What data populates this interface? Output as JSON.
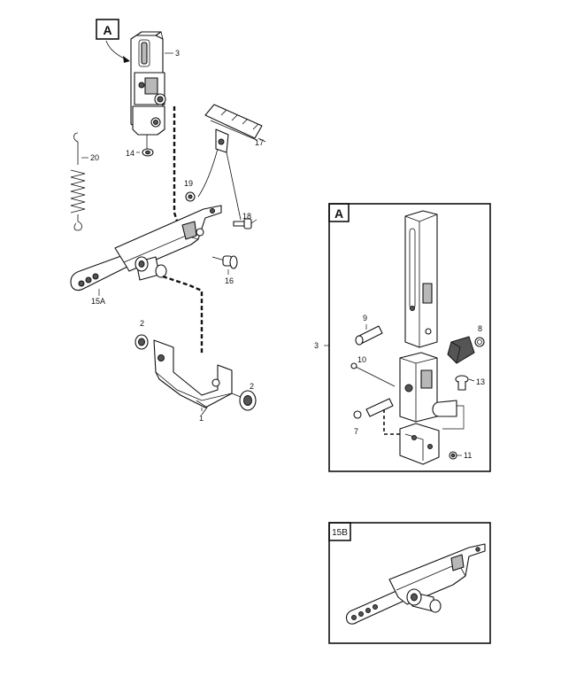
{
  "callouts": {
    "view_a": "A",
    "c3": "3",
    "c14": "14",
    "c20": "20",
    "c17": "17",
    "c19": "19",
    "c18": "18",
    "c16": "16",
    "c15a": "15A",
    "c2_top": "2",
    "c2_bottom": "2",
    "c1": "1"
  },
  "detail_a": {
    "title": "A",
    "c3": "3",
    "c9": "9",
    "c8": "8",
    "c10": "10",
    "c13": "13",
    "c7": "7",
    "c11": "11"
  },
  "detail_15b": {
    "title": "15B"
  }
}
